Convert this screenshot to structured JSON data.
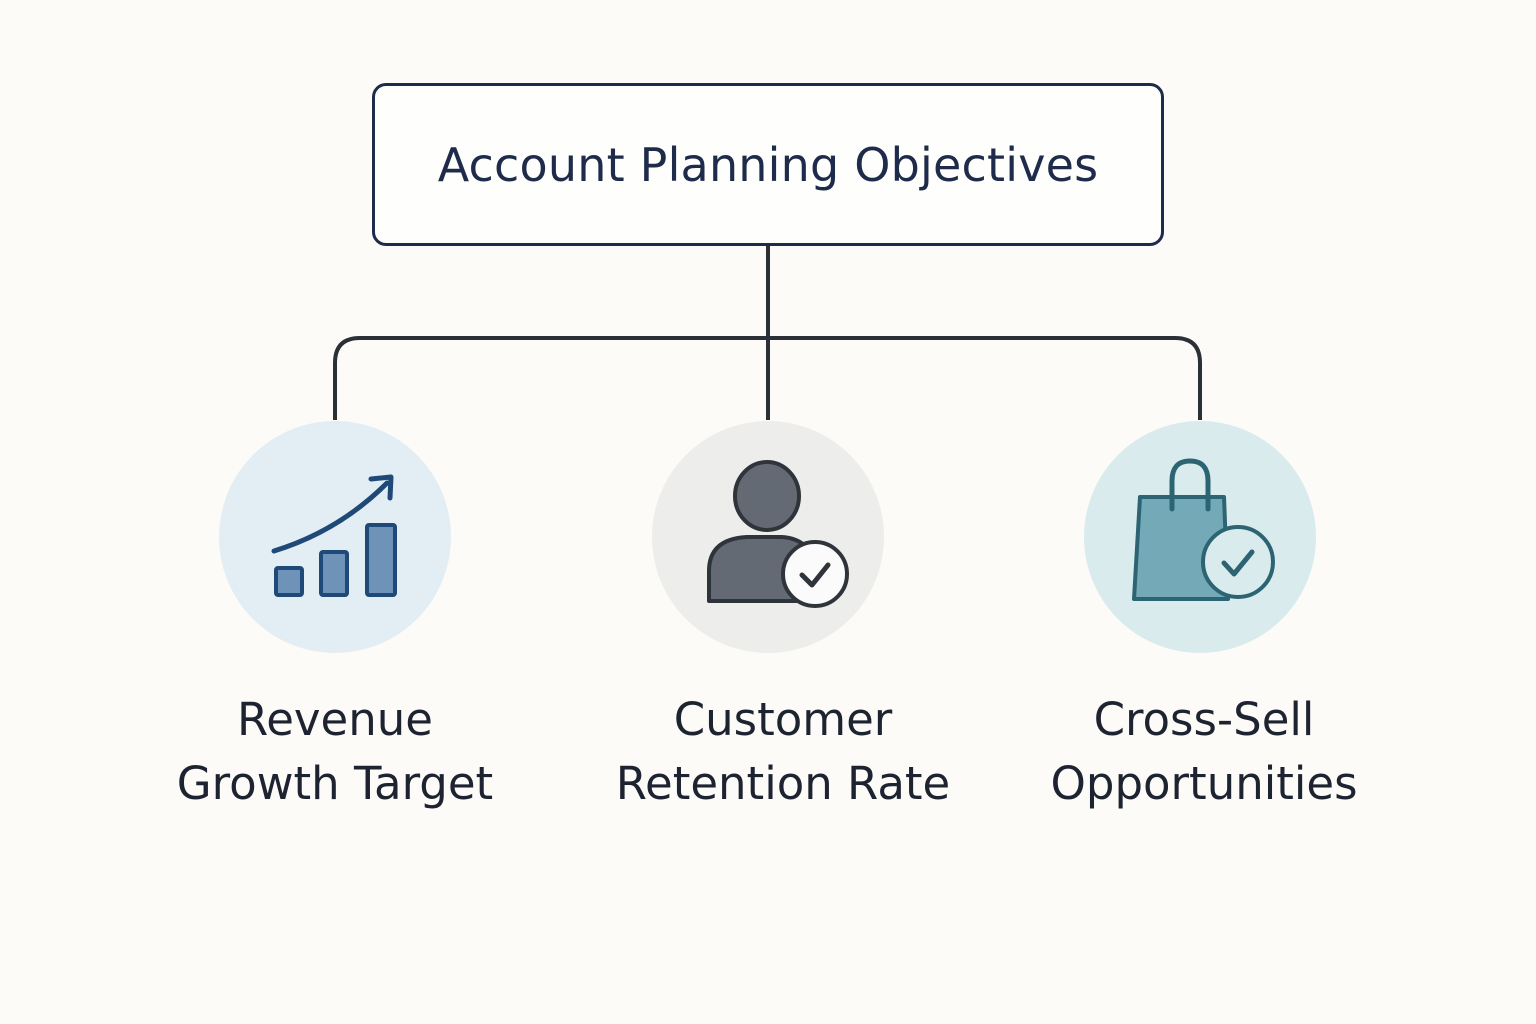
{
  "title": "Account Planning Objectives",
  "objectives": [
    {
      "line1": "Revenue",
      "line2": "Growth Target",
      "icon": "bar-chart-growth-icon",
      "bg": "#e3eef4"
    },
    {
      "line1": "Customer",
      "line2": "Retention Rate",
      "icon": "user-check-icon",
      "bg": "#ededec"
    },
    {
      "line1": "Cross-Sell",
      "line2": "Opportunities",
      "icon": "shopping-bag-check-icon",
      "bg": "#d9ebec"
    }
  ]
}
